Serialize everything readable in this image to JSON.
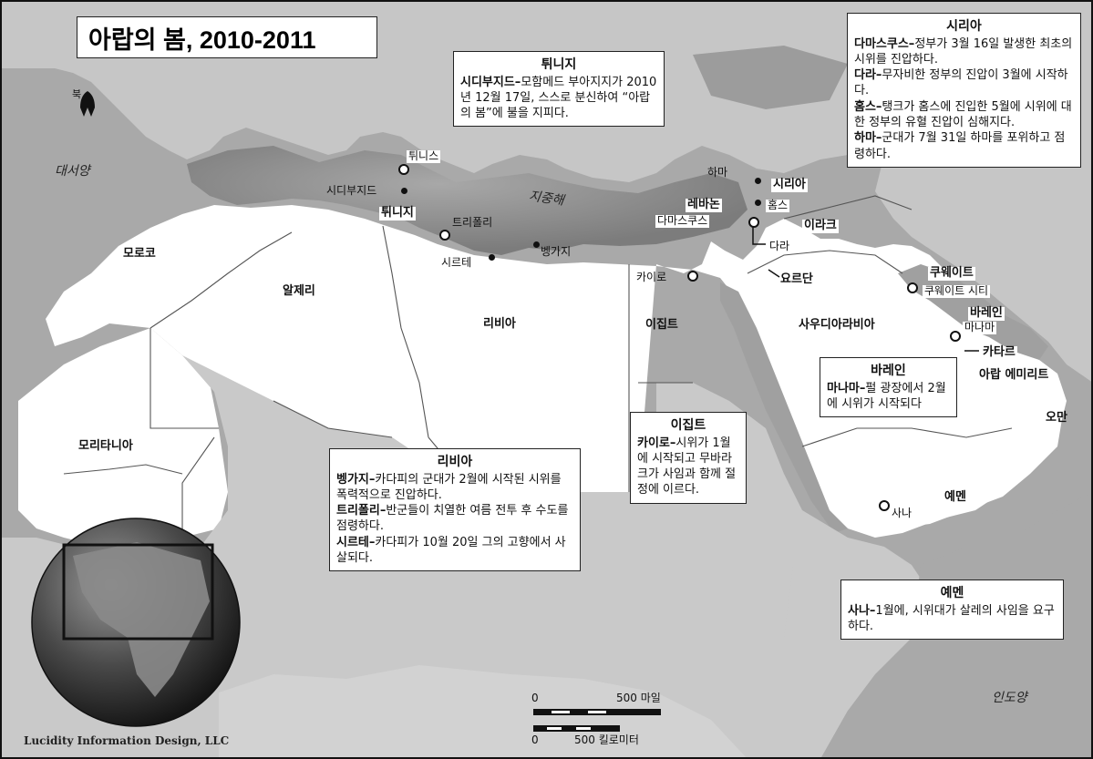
{
  "title": "아랍의 봄, 2010-2011",
  "credit": "Lucidity Information Design, LLC",
  "north_label": "북",
  "water_labels": {
    "atlantic": "대서양",
    "mediterranean": "지중해",
    "indian": "인도양"
  },
  "countries": {
    "morocco": "모로코",
    "algeria": "알제리",
    "tunisia": "튀니지",
    "libya": "리비아",
    "egypt": "이집트",
    "mauritania": "모리타니아",
    "saudi": "사우디아라비아",
    "syria": "시리아",
    "lebanon": "레바논",
    "iraq": "이라크",
    "jordan": "요르단",
    "kuwait": "쿠웨이트",
    "bahrain": "바레인",
    "qatar": "카타르",
    "uae": "아랍 에미리트",
    "oman": "오만",
    "yemen": "예멘"
  },
  "cities": {
    "tunis": "튀니스",
    "sidi_bouzid": "시디부지드",
    "tripoli": "트리폴리",
    "sirte": "시르테",
    "benghazi": "벵가지",
    "cairo": "카이로",
    "hama": "하마",
    "homs": "홈스",
    "damascus": "다마스쿠스",
    "daraa": "다라",
    "kuwait_city": "쿠웨이트 시티",
    "manama": "마나마",
    "sanaa": "사나"
  },
  "scale": {
    "zero_top": "0",
    "miles": "500 마일",
    "zero_bottom": "0",
    "km": "500 킬로미터"
  },
  "boxes": {
    "tunisia": {
      "heading": "튀니지",
      "entries": [
        {
          "place": "시디부지드–",
          "text": "모함메드 부아지지가 2010년 12월 17일, 스스로 분신하여 “아랍의 봄”에 불을 지피다."
        }
      ]
    },
    "syria": {
      "heading": "시리아",
      "entries": [
        {
          "place": "다마스쿠스–",
          "text": "정부가 3월 16일 발생한 최초의 시위를 진압하다."
        },
        {
          "place": "다라–",
          "text": "무자비한 정부의 진압이 3월에 시작하다."
        },
        {
          "place": "홈스–",
          "text": "탱크가 홈스에 진입한 5월에 시위에 대한 정부의 유혈 진압이 심해지다."
        },
        {
          "place": "하마–",
          "text": "군대가 7월 31일 하마를 포위하고 점령하다."
        }
      ]
    },
    "libya": {
      "heading": "리비아",
      "entries": [
        {
          "place": "벵가지–",
          "text": "카다피의 군대가 2월에 시작된 시위를 폭력적으로 진압하다."
        },
        {
          "place": "트리폴리–",
          "text": "반군들이 치열한 여름 전투 후 수도를 점령하다."
        },
        {
          "place": "시르테–",
          "text": "카다피가 10월 20일 그의 고향에서 사살되다."
        }
      ]
    },
    "egypt": {
      "heading": "이집트",
      "entries": [
        {
          "place": "카이로–",
          "text": "시위가 1월에 시작되고 무바라크가 사임과 함께 절정에 이르다."
        }
      ]
    },
    "bahrain": {
      "heading": "바레인",
      "entries": [
        {
          "place": "마나마–",
          "text": "펄 광장에서 2월에 시위가 시작되다"
        }
      ]
    },
    "yemen": {
      "heading": "예멘",
      "entries": [
        {
          "place": "사나–",
          "text": "1월에, 시위대가 살레의 사임을 요구하다."
        }
      ]
    }
  }
}
